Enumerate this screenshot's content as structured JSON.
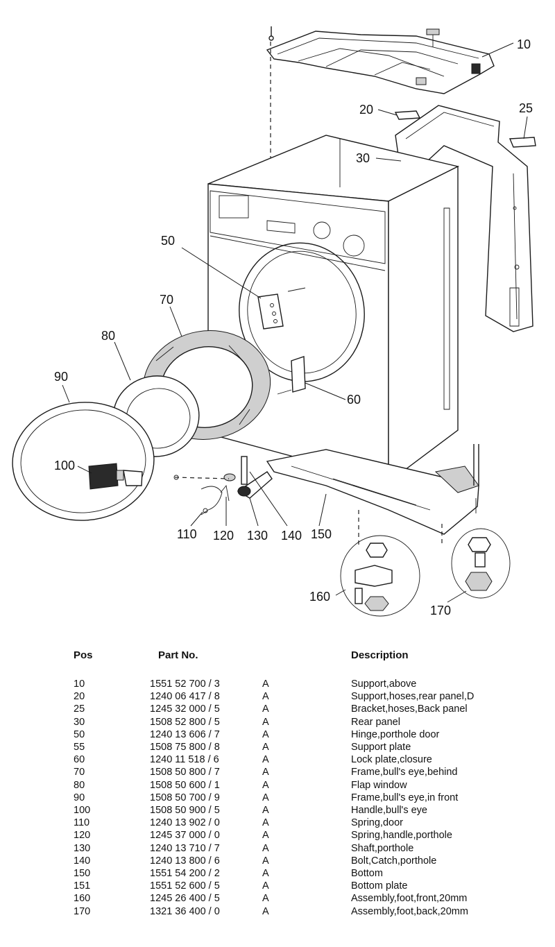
{
  "diagram": {
    "callouts": [
      "10",
      "20",
      "25",
      "30",
      "50",
      "60",
      "70",
      "80",
      "90",
      "100",
      "110",
      "120",
      "130",
      "140",
      "150",
      "160",
      "170"
    ]
  },
  "table": {
    "headers": {
      "pos": "Pos",
      "part_no": "Part No.",
      "description": "Description"
    },
    "rows": [
      {
        "pos": "10",
        "part_no": "1551 52 700 / 3",
        "code": "A",
        "description": "Support,above"
      },
      {
        "pos": "20",
        "part_no": "1240 06 417 / 8",
        "code": "A",
        "description": "Support,hoses,rear panel,D"
      },
      {
        "pos": "25",
        "part_no": "1245 32 000 / 5",
        "code": "A",
        "description": "Bracket,hoses,Back panel"
      },
      {
        "pos": "30",
        "part_no": "1508 52 800 / 5",
        "code": "A",
        "description": "Rear panel"
      },
      {
        "pos": "50",
        "part_no": "1240 13 606 / 7",
        "code": "A",
        "description": "Hinge,porthole door"
      },
      {
        "pos": "55",
        "part_no": "1508 75 800 / 8",
        "code": "A",
        "description": "Support plate"
      },
      {
        "pos": "60",
        "part_no": "1240 11 518 / 6",
        "code": "A",
        "description": "Lock plate,closure"
      },
      {
        "pos": "70",
        "part_no": "1508 50 800 / 7",
        "code": "A",
        "description": "Frame,bull's eye,behind"
      },
      {
        "pos": "80",
        "part_no": "1508 50 600 / 1",
        "code": "A",
        "description": "Flap window"
      },
      {
        "pos": "90",
        "part_no": "1508 50 700 / 9",
        "code": "A",
        "description": "Frame,bull's eye,in front"
      },
      {
        "pos": "100",
        "part_no": "1508 50 900 / 5",
        "code": "A",
        "description": "Handle,bull's eye"
      },
      {
        "pos": "110",
        "part_no": "1240 13 902 / 0",
        "code": "A",
        "description": "Spring,door"
      },
      {
        "pos": "120",
        "part_no": "1245 37 000 / 0",
        "code": "A",
        "description": "Spring,handle,porthole"
      },
      {
        "pos": "130",
        "part_no": "1240 13 710 / 7",
        "code": "A",
        "description": "Shaft,porthole"
      },
      {
        "pos": "140",
        "part_no": "1240 13 800 / 6",
        "code": "A",
        "description": "Bolt,Catch,porthole"
      },
      {
        "pos": "150",
        "part_no": "1551 54 200 / 2",
        "code": "A",
        "description": "Bottom"
      },
      {
        "pos": "151",
        "part_no": "1551 52 600 / 5",
        "code": "A",
        "description": "Bottom plate"
      },
      {
        "pos": "160",
        "part_no": "1245 26 400 / 5",
        "code": "A",
        "description": "Assembly,foot,front,20mm"
      },
      {
        "pos": "170",
        "part_no": "1321 36 400 / 0",
        "code": "A",
        "description": "Assembly,foot,back,20mm"
      }
    ]
  }
}
